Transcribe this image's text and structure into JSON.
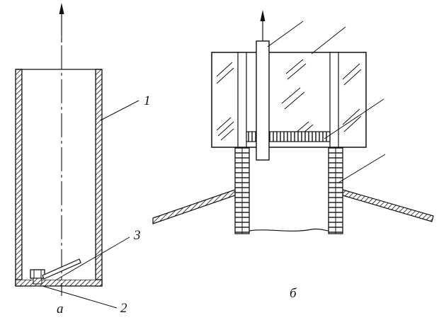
{
  "figure": {
    "panels": [
      {
        "id": "a",
        "caption": "а"
      },
      {
        "id": "b",
        "caption": "б"
      }
    ],
    "callouts": [
      {
        "label": "1"
      },
      {
        "label": "2"
      },
      {
        "label": "3"
      }
    ],
    "colors": {
      "ink": "#111111",
      "paper": "#ffffff"
    }
  }
}
